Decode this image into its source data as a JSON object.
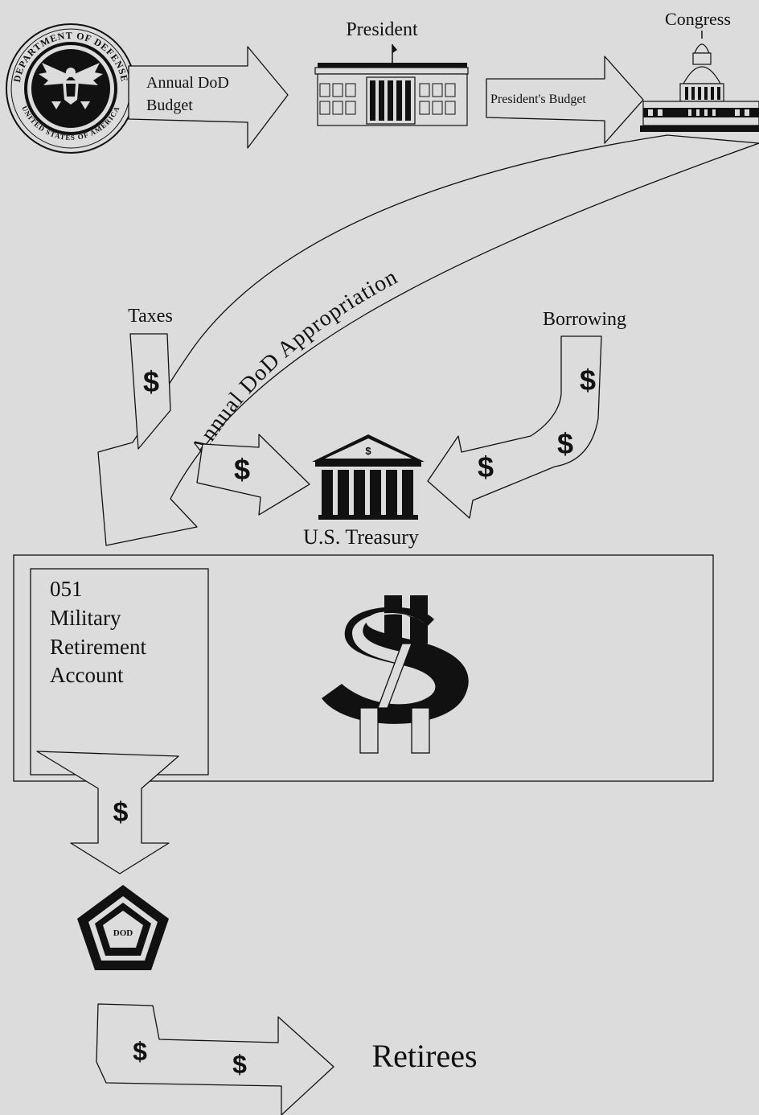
{
  "labels": {
    "president": "President",
    "congress": "Congress",
    "annual_dod_budget_line1": "Annual DoD",
    "annual_dod_budget_line2": "Budget",
    "presidents_budget": "President's Budget",
    "annual_dod_appropriation": "Annual DoD Appropriation",
    "taxes": "Taxes",
    "borrowing": "Borrowing",
    "us_treasury": "U.S. Treasury",
    "account_line1": "051",
    "account_line2": "Military",
    "account_line3": "Retirement",
    "account_line4": "Account",
    "retirees": "Retirees"
  },
  "seal": {
    "top_text": "DEPARTMENT OF DEFENSE",
    "bottom_text": "UNITED STATES OF AMERICA"
  },
  "dollar_symbol": "$",
  "pentagon_text": "DOD"
}
